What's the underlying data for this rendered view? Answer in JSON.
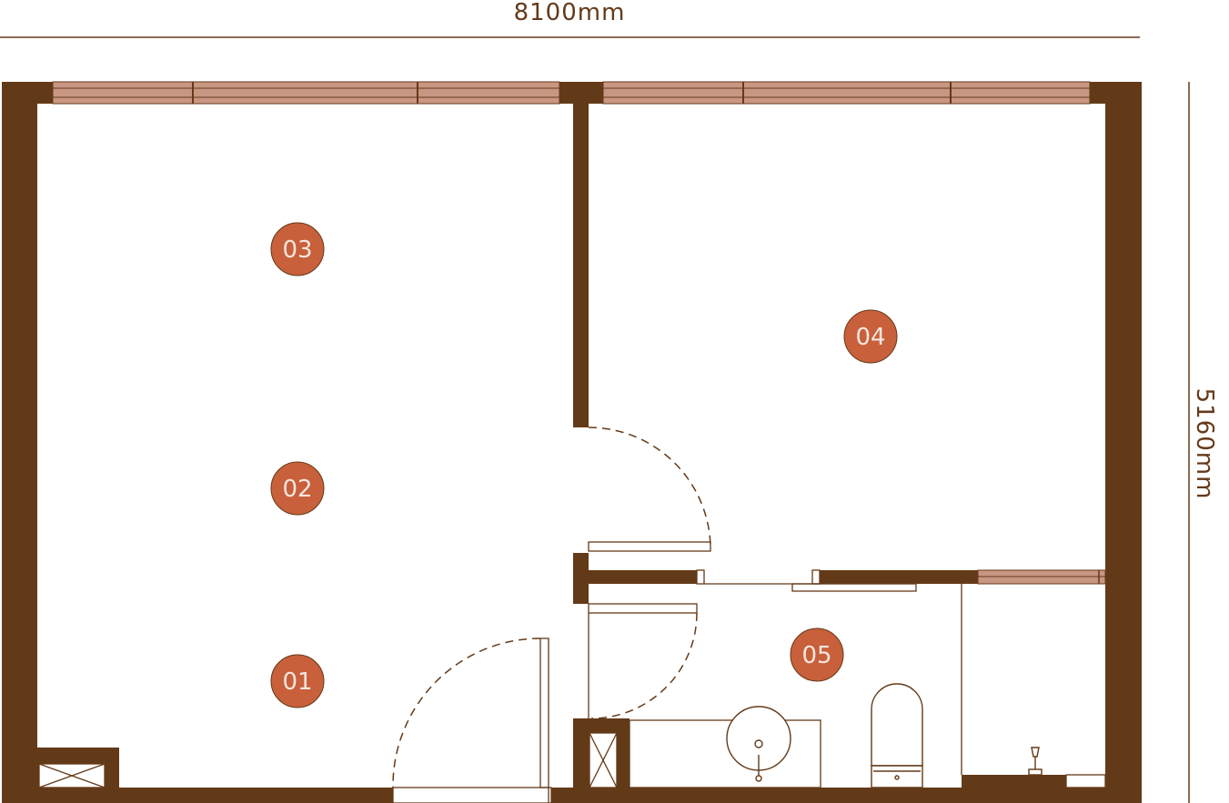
{
  "dimensions": {
    "width_label": "8100mm",
    "height_label": "5160mm"
  },
  "rooms": [
    {
      "id": "01",
      "label": "01"
    },
    {
      "id": "02",
      "label": "02"
    },
    {
      "id": "03",
      "label": "03"
    },
    {
      "id": "04",
      "label": "04"
    },
    {
      "id": "05",
      "label": "05"
    }
  ],
  "colors": {
    "wall": "#633a18",
    "window": "#c99683",
    "marker": "#c8603b",
    "marker_text": "#f4e6df",
    "line": "#633a18"
  }
}
